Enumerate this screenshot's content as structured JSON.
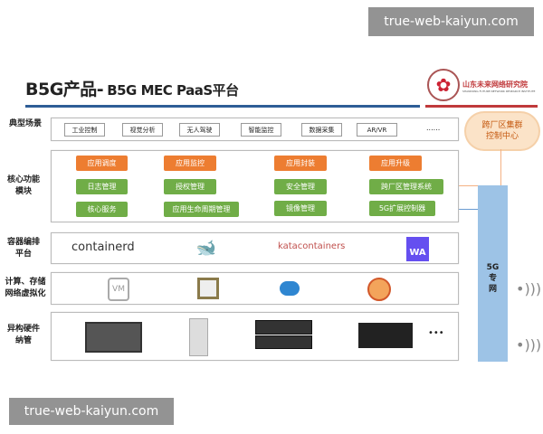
{
  "watermark": "true-web-kaiyun.com",
  "title": {
    "main": "B5G产品-",
    "sub": "B5G MEC PaaS平台"
  },
  "org": {
    "name": "山东未来网络研究院",
    "en": "SHANDONG FUTURE NETWORK RESEARCH INSTITUTE"
  },
  "colors": {
    "blue": "#2e5d96",
    "red": "#c0393b",
    "orange": "#ed7d31",
    "green": "#70ad47",
    "bar": "#9dc3e6"
  },
  "rows": {
    "scenarios": {
      "label": "典型场景",
      "items": [
        "工业控制",
        "视觉分析",
        "无人驾驶",
        "智能监控",
        "数据采集",
        "AR/VR",
        "......"
      ]
    },
    "core": {
      "label": "核心功能模块",
      "orange": [
        "应用调度",
        "应用监控",
        "应用封装",
        "应用升级"
      ],
      "green1": [
        "日志管理",
        "授权管理",
        "安全管理",
        "跨厂区管理系统"
      ],
      "green2": [
        "核心服务",
        "应用生命周期管理",
        "镜像管理",
        "5G扩展控制器"
      ]
    },
    "container": {
      "label": "容器编排平台",
      "items": [
        "containerd",
        "docker-icon",
        "katacontainers",
        "WA"
      ]
    },
    "virt": {
      "label": "计算、存储网络虚拟化",
      "items": [
        "VM",
        "chip-icon",
        "cloud-storage-icon",
        "openstack-icon"
      ]
    },
    "hw": {
      "label": "异构硬件纳管",
      "more": "•••"
    }
  },
  "cloud": "跨厂区集群控制中心",
  "bar5g": "5G专网"
}
